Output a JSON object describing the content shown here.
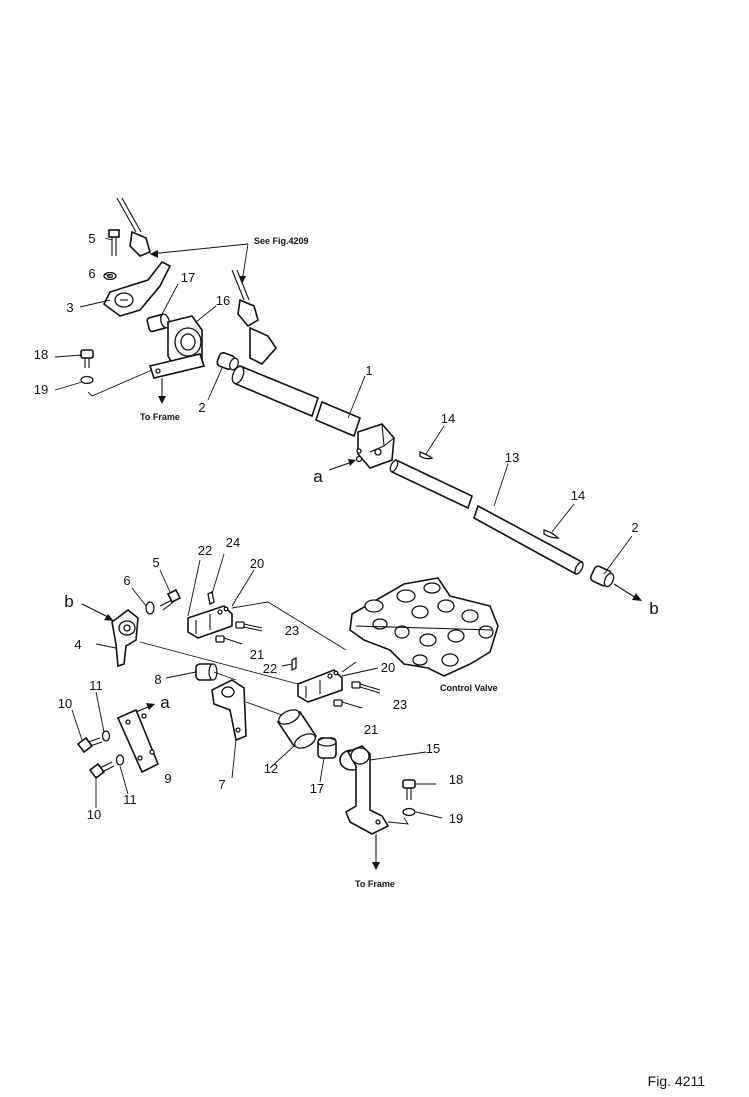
{
  "callouts": {
    "n1": "1",
    "n2a": "2",
    "n2b": "2",
    "n3": "3",
    "n4": "4",
    "n5a": "5",
    "n5b": "5",
    "n6a": "6",
    "n6b": "6",
    "n7": "7",
    "n8": "8",
    "n9": "9",
    "n10a": "10",
    "n10b": "10",
    "n11a": "11",
    "n11b": "11",
    "n12": "12",
    "n13": "13",
    "n14a": "14",
    "n14b": "14",
    "n15": "15",
    "n16": "16",
    "n17a": "17",
    "n17b": "17",
    "n18a": "18",
    "n18b": "18",
    "n19a": "19",
    "n19b": "19",
    "n20a": "20",
    "n20b": "20",
    "n21a": "21",
    "n21b": "21",
    "n22a": "22",
    "n22b": "22",
    "n23a": "23",
    "n23b": "23",
    "n24": "24"
  },
  "refs": {
    "a1": "a",
    "a2": "a",
    "b1": "b",
    "b2": "b"
  },
  "notes": {
    "see_fig": "See Fig.4209",
    "to_frame_1": "To Frame",
    "to_frame_2": "To Frame",
    "control_valve": "Control Valve"
  },
  "figure_label": "Fig. 4211"
}
